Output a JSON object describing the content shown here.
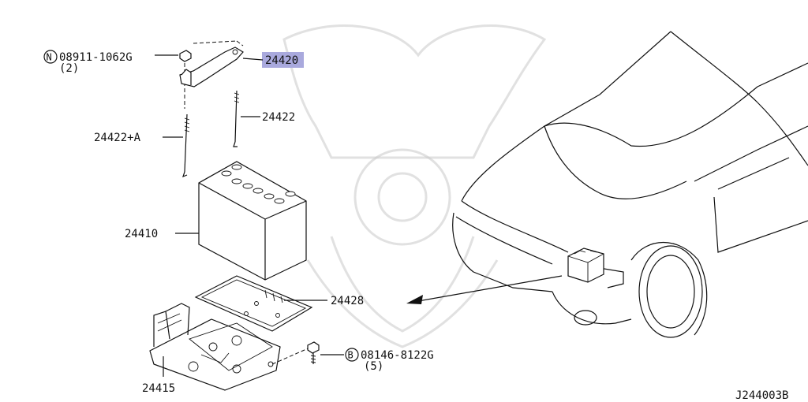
{
  "callouts": {
    "nut_part": "08911-1062G",
    "nut_qty": "(2)",
    "nut_prefix": "N",
    "bracket": "24420",
    "rod": "24422",
    "rod_a": "24422+A",
    "battery": "24410",
    "tray": "24428",
    "bolt_part": "08146-8122G",
    "bolt_qty": "(5)",
    "bolt_prefix": "B",
    "base": "24415"
  },
  "footer": {
    "diagram_id": "J244003B"
  },
  "colors": {
    "highlight": "#a9a9dd",
    "line": "#111111",
    "watermark": "#c8c8c8"
  }
}
